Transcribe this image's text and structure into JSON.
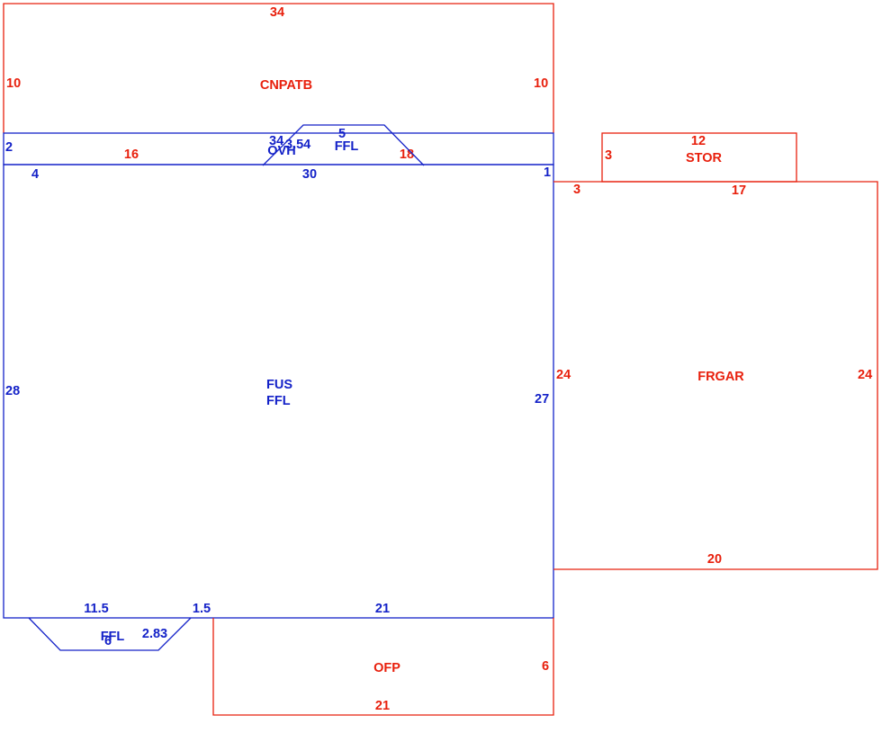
{
  "colors": {
    "exterior_area": "#e8200d",
    "living_area": "#1422c8",
    "background": "#ffffff"
  },
  "areas": {
    "cnpatb": {
      "label": "CNPATB",
      "dims": {
        "top": "34",
        "left": "10",
        "right": "10"
      }
    },
    "ovh": {
      "label": "OVH",
      "dims": {
        "left": "2",
        "length": "16",
        "right": "18"
      }
    },
    "ffl_bay_top": {
      "label": "FFL",
      "dims": {
        "top": "5",
        "a": "34",
        "b": "3.54"
      }
    },
    "fus": {
      "label_line1": "FUS",
      "label_line2": "FFL",
      "dims": {
        "top_left": "4",
        "top": "30",
        "top_right": "1",
        "left": "28",
        "right": "27",
        "bottom_a": "11.5",
        "bottom_b": "1.5",
        "bottom_c": "21"
      }
    },
    "stor": {
      "label": "STOR",
      "dims": {
        "top": "12",
        "left": "3",
        "bottom": "3"
      }
    },
    "frgar": {
      "label": "FRGAR",
      "dims": {
        "top": "17",
        "left": "24",
        "right": "24",
        "bottom": "20"
      }
    },
    "ffl_bay_bottom": {
      "label": "FFL",
      "dims": {
        "bottom": "6",
        "side": "2.83"
      }
    },
    "ofp": {
      "label": "OFP",
      "dims": {
        "right": "6",
        "bottom": "21"
      }
    }
  }
}
